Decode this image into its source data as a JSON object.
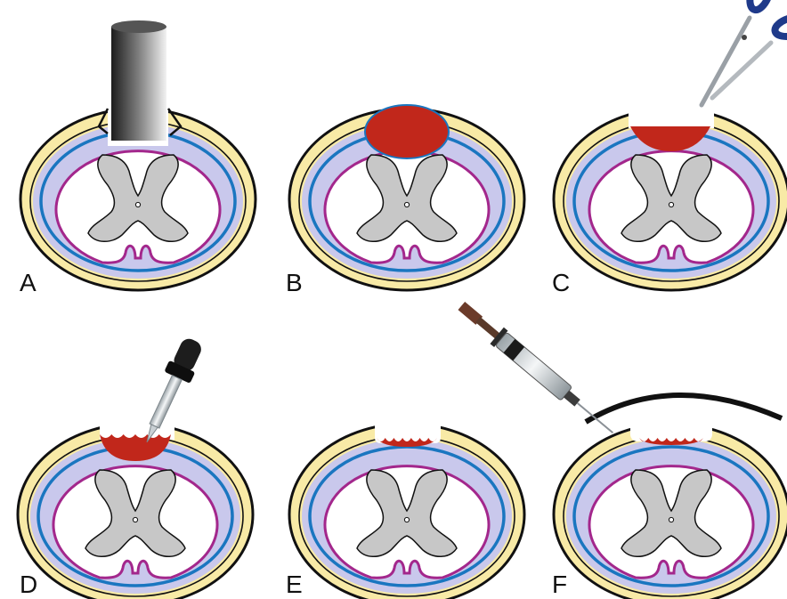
{
  "figure": {
    "panels": [
      {
        "id": "A",
        "label": "A",
        "step": "impact",
        "tool": "cylinder-impactor-icon",
        "lesion": "none"
      },
      {
        "id": "B",
        "label": "B",
        "step": "hematoma",
        "tool": "none",
        "lesion": "hematoma"
      },
      {
        "id": "C",
        "label": "C",
        "step": "dural-incision",
        "tool": "scissors-icon",
        "lesion": "hematoma-opened"
      },
      {
        "id": "D",
        "label": "D",
        "step": "drop-application",
        "tool": "dropper-icon",
        "lesion": "hematoma-partial"
      },
      {
        "id": "E",
        "label": "E",
        "step": "cavity",
        "tool": "none",
        "lesion": "thin"
      },
      {
        "id": "F",
        "label": "F",
        "step": "injection-under-membrane",
        "tool": "syringe-icon",
        "lesion": "thin-covered"
      }
    ],
    "colors": {
      "bone": "#f8eaa6",
      "outline": "#111111",
      "csf_space": "#c9c8ec",
      "dura": "#1a76c0",
      "pia": "#a3278c",
      "gray_matter": "#c7c7c7",
      "lesion": "#c1271b",
      "background": "#ffffff"
    }
  }
}
